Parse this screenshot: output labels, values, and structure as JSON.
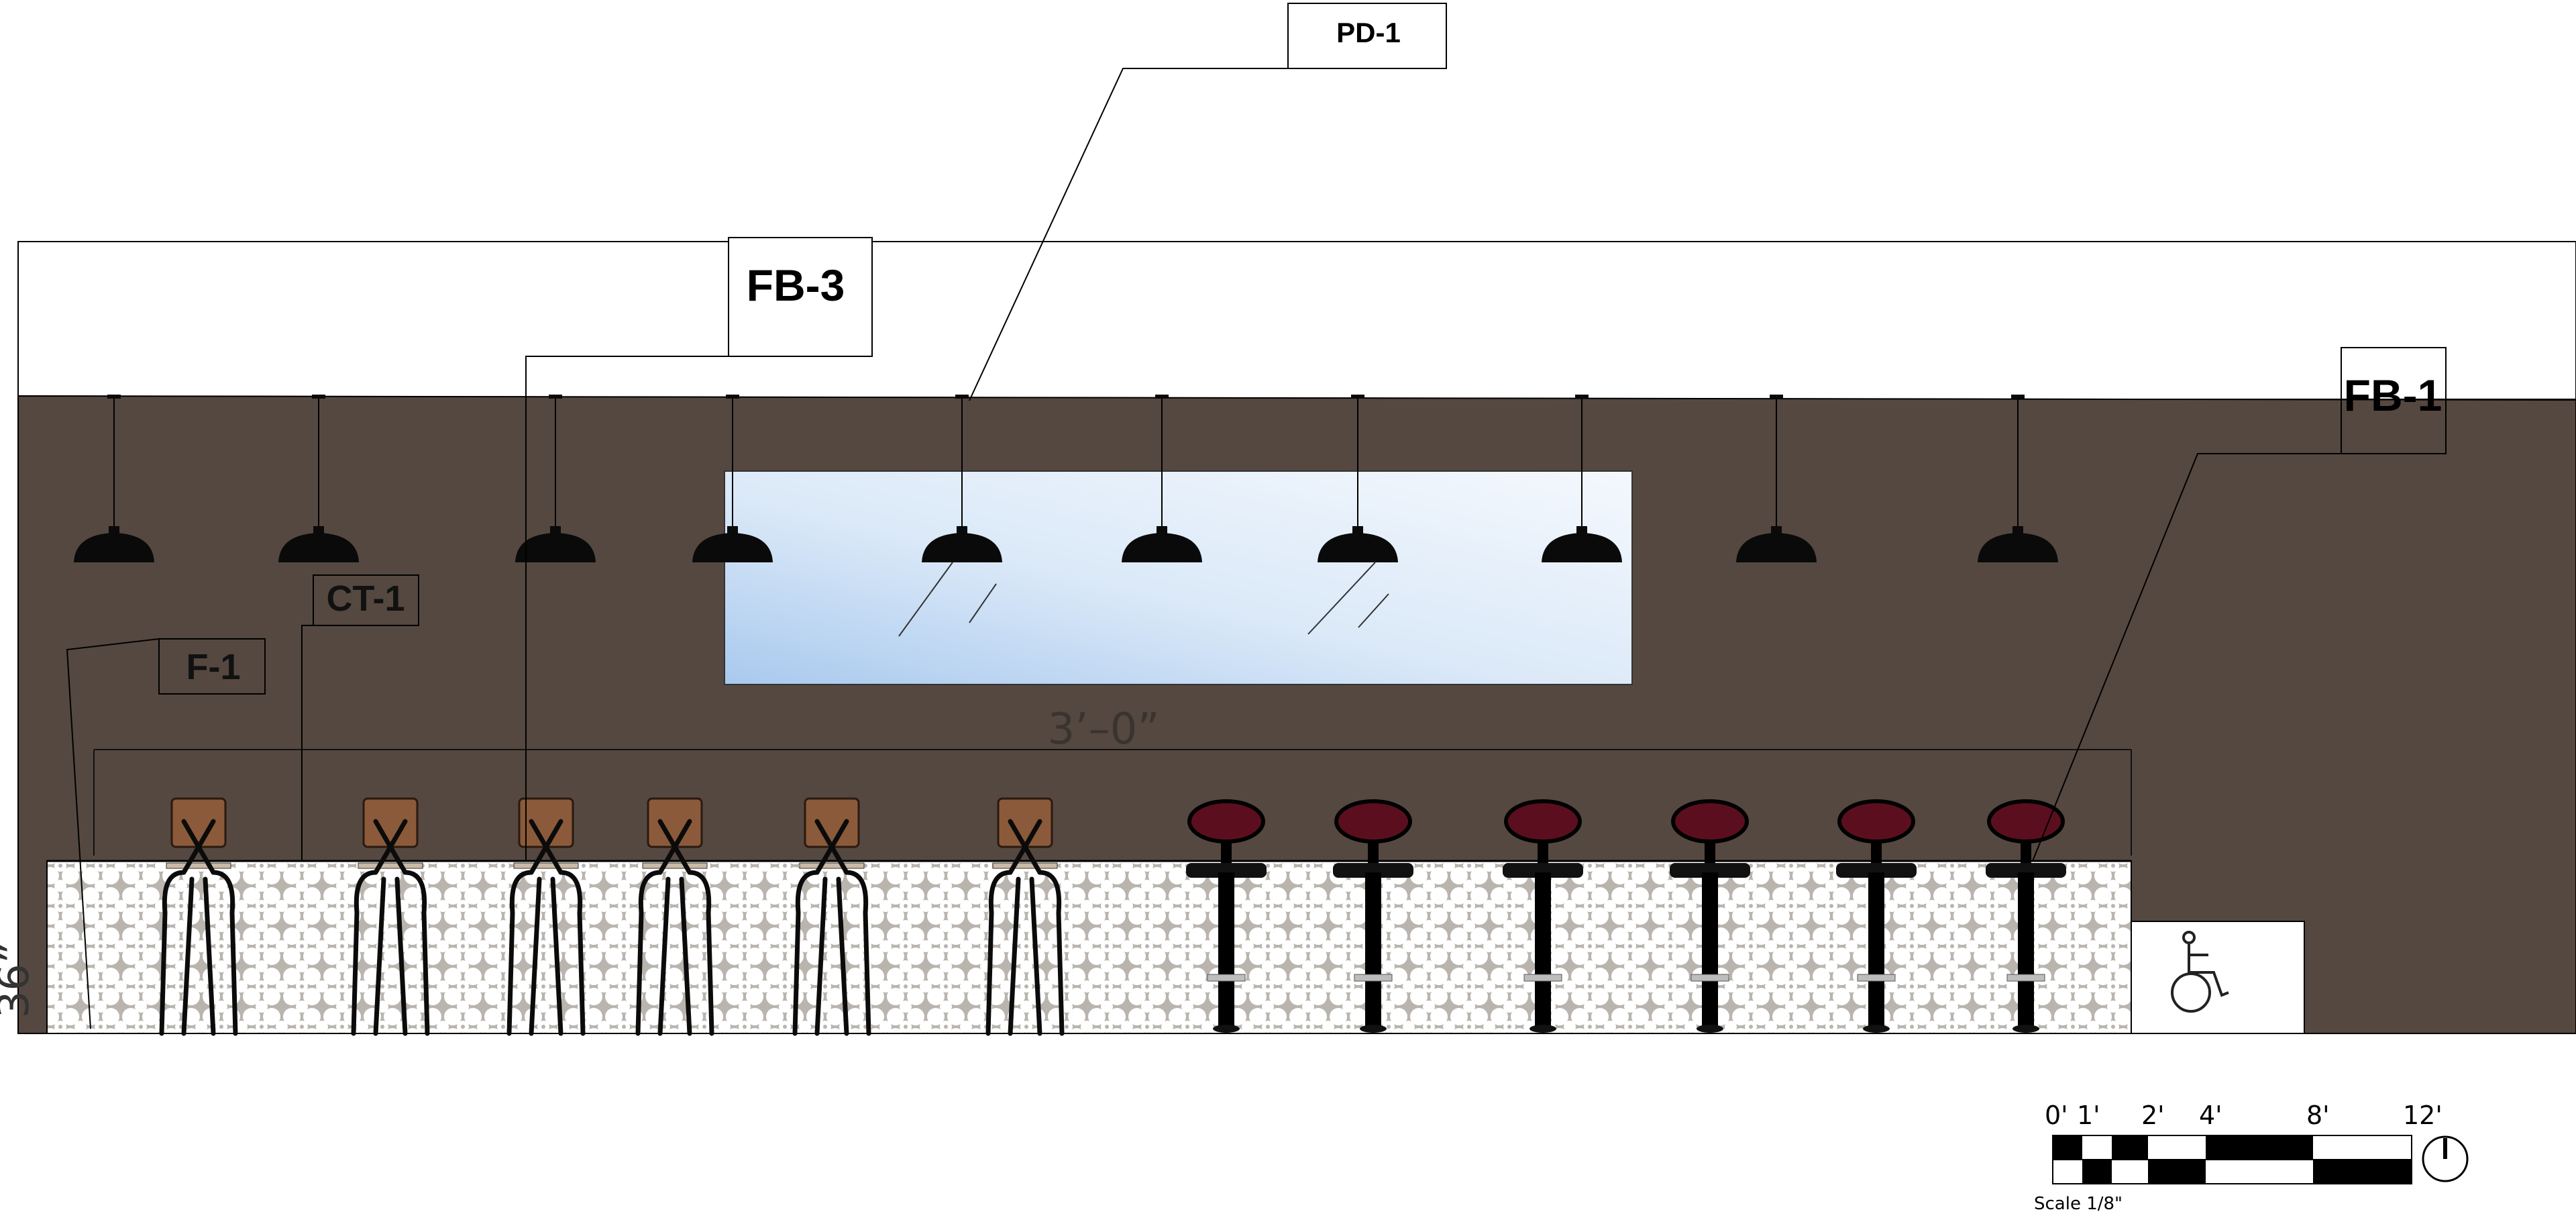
{
  "tags": {
    "pd1": "PD-1",
    "fb3": "FB-3",
    "fb1": "FB-1",
    "ct1": "CT-1",
    "f1": "F-1"
  },
  "dimensions": {
    "width_label": "3’–0”",
    "height_label": "36”"
  },
  "scale_bar": {
    "ticks": [
      "0'",
      "1'",
      "2'",
      "4'",
      "8'",
      "12'"
    ],
    "caption": "Scale 1/8\""
  },
  "colors": {
    "wall": "#554840",
    "counter_pattern": "#ffffff",
    "mirror": "#cfe2f6",
    "stool_seat_red": "#5b0f1e",
    "stool_seat_wood": "#8b5a3a",
    "lamp": "#0a0a0a"
  },
  "counts": {
    "pendants": 10,
    "wood_stools": 6,
    "red_stools": 6
  },
  "icons": {
    "accessibility": "wheelchair-icon",
    "north": "north-arrow-icon"
  }
}
